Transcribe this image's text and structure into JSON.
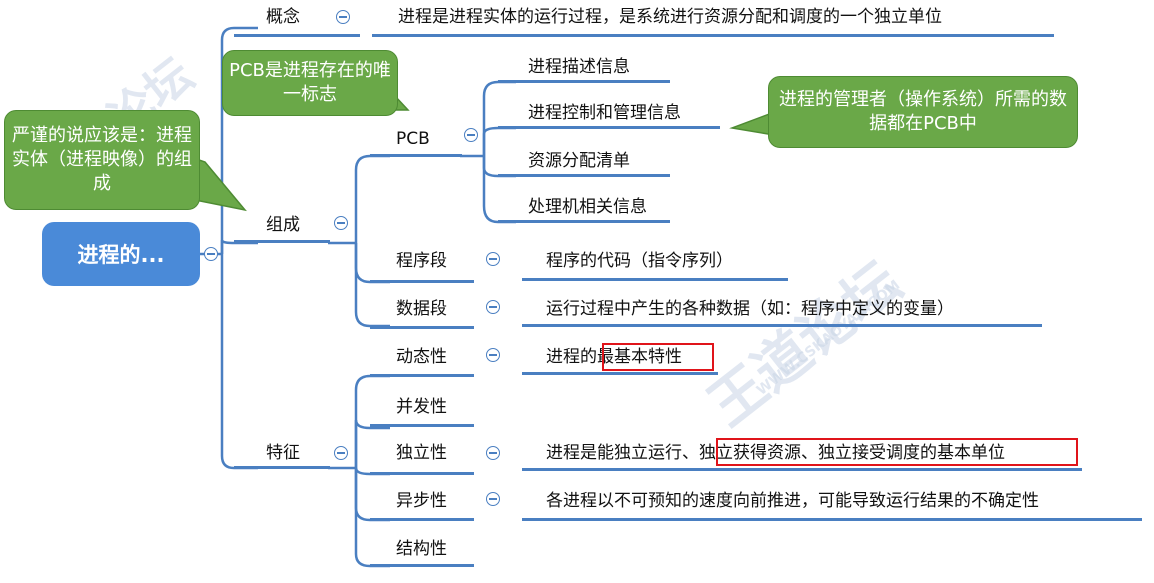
{
  "root": {
    "label": "进程的..."
  },
  "callouts": {
    "strict": "严谨的说应该是：进程实体（进程映像）的组成",
    "pcb_unique": "PCB是进程存在的唯一标志",
    "pcb_data": "进程的管理者（操作系统）所需的数据都在PCB中"
  },
  "branches": {
    "concept": {
      "label": "概念",
      "desc": "进程是进程实体的运行过程，是系统进行资源分配和调度的一个独立单位"
    },
    "composition": {
      "label": "组成",
      "pcb": {
        "label": "PCB",
        "items": [
          "进程描述信息",
          "进程控制和管理信息",
          "资源分配清单",
          "处理机相关信息"
        ]
      },
      "program": {
        "label": "程序段",
        "desc": "程序的代码（指令序列）"
      },
      "data": {
        "label": "数据段",
        "desc": "运行过程中产生的各种数据（如：程序中定义的变量）"
      }
    },
    "features": {
      "label": "特征",
      "dynamic": {
        "label": "动态性",
        "desc_pre": "进程的",
        "desc_hl": "最基本特性"
      },
      "concurrent": {
        "label": "并发性"
      },
      "independent": {
        "label": "独立性",
        "desc_pre": "进程是能独立运行、",
        "desc_hl": "独立获得资源、独立接受调度的基本单位"
      },
      "async": {
        "label": "异步性",
        "desc": "各进程以不可预知的速度向前推进，可能导致运行结果的不确定性"
      },
      "structural": {
        "label": "结构性"
      }
    }
  },
  "watermark": {
    "text": "王道论坛",
    "url": "WWW.CSKAOYAN.COM"
  },
  "colors": {
    "line": "#4a7fc1",
    "root": "#4a8ad8",
    "callout": "#6aa848",
    "highlight": "#e0141a"
  }
}
